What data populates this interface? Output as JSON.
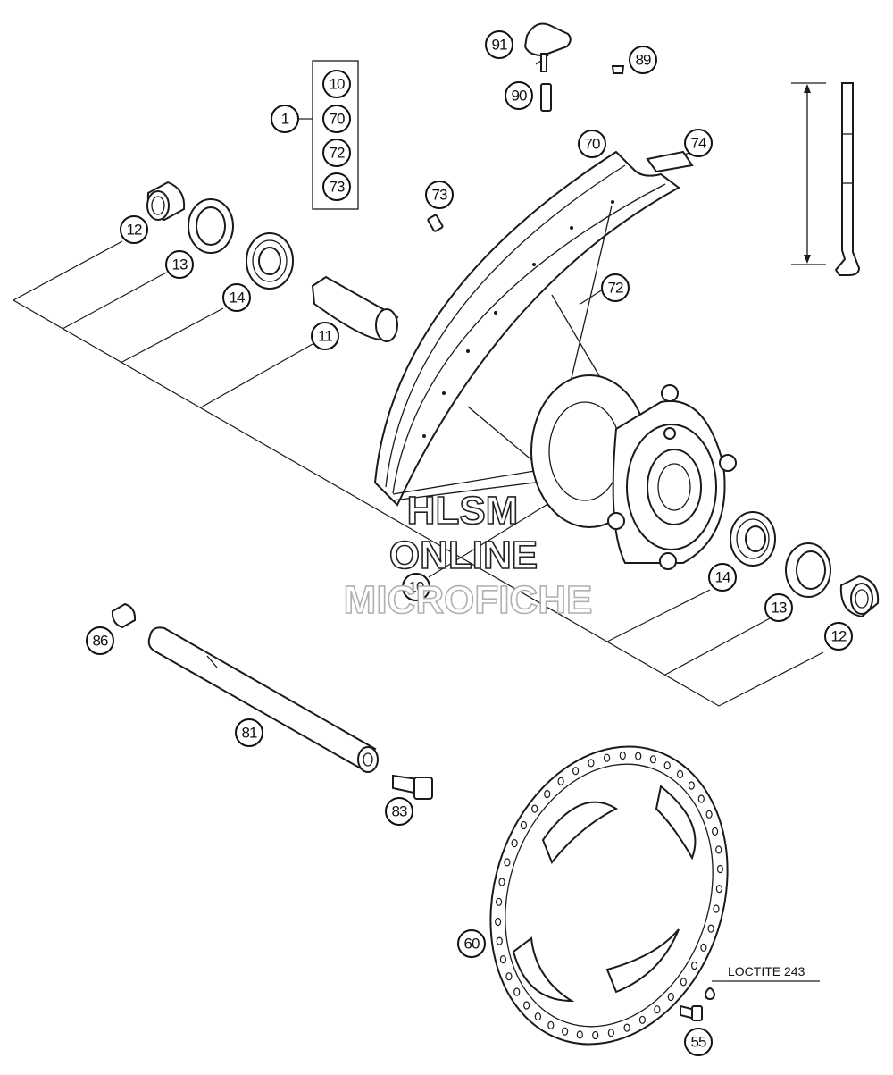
{
  "callouts": {
    "c1": "1",
    "c10a": "10",
    "c70a": "70",
    "c72a": "72",
    "c73a": "73",
    "c91": "91",
    "c89": "89",
    "c90": "90",
    "c70": "70",
    "c74": "74",
    "c73": "73",
    "c72": "72",
    "c12a": "12",
    "c13a": "13",
    "c14a": "14",
    "c11": "11",
    "c10": "10",
    "c14b": "14",
    "c13b": "13",
    "c12b": "12",
    "c86": "86",
    "c81": "81",
    "c83": "83",
    "c60": "60",
    "c55": "55"
  },
  "note": {
    "loctite": "LOCTITE 243"
  },
  "watermark": {
    "line1": "HLSM",
    "line2": "ONLINE",
    "line3": "MICROFICHE"
  },
  "colors": {
    "ink": "#1a1a1a",
    "watermark_dark": "#222222",
    "watermark_light": "#b0b0b0"
  }
}
